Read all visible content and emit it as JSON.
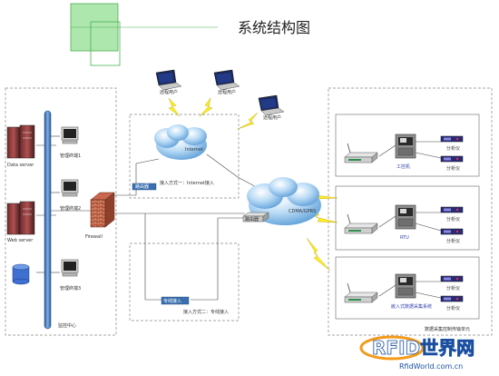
{
  "title": "系统结构图",
  "monitor_center": {
    "label": "监控中心",
    "data_server": "Data server",
    "web_server": "Web server",
    "firewall": "Firewall",
    "terminals": [
      "管理终端1",
      "管理终端2",
      "管理终端3"
    ]
  },
  "access": {
    "remote_users": [
      "远程用户",
      "远程用户",
      "远程用户"
    ],
    "internet": "Internet",
    "mode_one": "接入方式一：Internet接入",
    "mode_two": "接入方式二：专线接入",
    "router_left": "路由器",
    "dedicated_line": "专线接入"
  },
  "network": {
    "cloud": "CDMA/GPRS",
    "router": "路由器"
  },
  "field": {
    "label": "数据采集控制传输单元",
    "sites": [
      {
        "station": "工控机",
        "analyzers": [
          "分析仪",
          "分析仪"
        ]
      },
      {
        "station": "RTU",
        "analyzers": [
          "分析仪",
          "分析仪"
        ]
      },
      {
        "station": "嵌入式数据采集系统",
        "analyzers": [
          "分析仪",
          "分析仪"
        ]
      }
    ]
  },
  "watermark": {
    "brand": "RFID世界网",
    "url": "RfidWorld.com.cn"
  },
  "colors": {
    "accent_green": "#4caf50",
    "cloud_blue": "#9cc8ec",
    "bus_blue": "#3a6fb0",
    "lightning": "#ffee22",
    "box_dash": "#888888"
  }
}
